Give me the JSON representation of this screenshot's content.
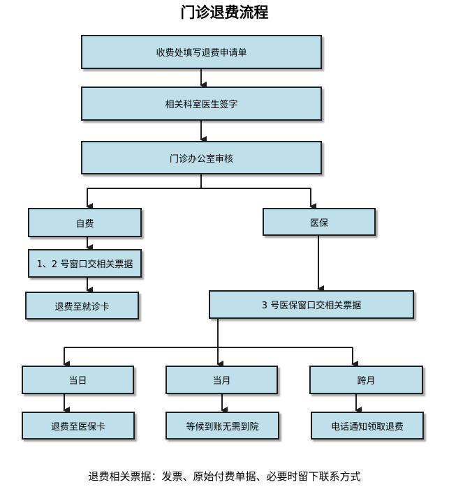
{
  "title": "门诊退费流程",
  "steps": {
    "apply": "收费处填写退费申请单",
    "sign": "相关科室医生签字",
    "review": "门诊办公室审核",
    "selfpay": "自费",
    "insurance": "医保",
    "window12": "1、2 号窗口交相关票据",
    "to_card": "退费至就诊卡",
    "window3": "3 号医保窗口交相关票据",
    "same_day": "当日",
    "same_month": "当月",
    "cross_month": "跨月",
    "to_insurance_card": "退费至医保卡",
    "wait_account": "等候到账无需到院",
    "phone_notify": "电话通知领取退费"
  },
  "footer": "退费相关票据：发票、原始付费单据、必要时留下联系方式",
  "colors": {
    "box_fill": "#bfe0ea",
    "line": "#1f1f1f"
  }
}
